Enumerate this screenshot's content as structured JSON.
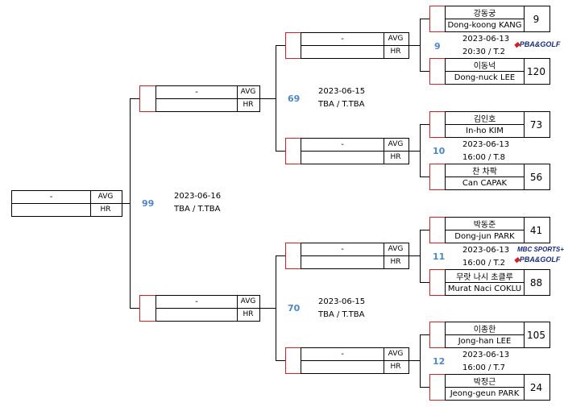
{
  "final": {
    "match_no": "99",
    "date": "2023-06-16",
    "time_table": "TBA / T.TBA",
    "box": {
      "name": "-",
      "avg_label": "AVG",
      "hr_label": "HR"
    }
  },
  "semi_top": {
    "match_no": "69",
    "date": "2023-06-15",
    "time_table": "TBA / T.TBA",
    "box": {
      "name": "-",
      "avg_label": "AVG",
      "hr_label": "HR"
    }
  },
  "semi_bottom": {
    "match_no": "70",
    "date": "2023-06-15",
    "time_table": "TBA / T.TBA",
    "box": {
      "name": "-",
      "avg_label": "AVG",
      "hr_label": "HR"
    }
  },
  "quarter_winners": [
    {
      "name": "-",
      "avg_label": "AVG",
      "hr_label": "HR"
    },
    {
      "name": "-",
      "avg_label": "AVG",
      "hr_label": "HR"
    },
    {
      "name": "-",
      "avg_label": "AVG",
      "hr_label": "HR"
    },
    {
      "name": "-",
      "avg_label": "AVG",
      "hr_label": "HR"
    }
  ],
  "matches": [
    {
      "match_no": "9",
      "date": "2023-06-13",
      "time_table": "20:30 / T.2",
      "p1": {
        "kor": "강동궁",
        "eng": "Dong-koong KANG",
        "score": "9"
      },
      "p2": {
        "kor": "이동넉",
        "eng": "Dong-nuck LEE",
        "score": "120"
      }
    },
    {
      "match_no": "10",
      "date": "2023-06-13",
      "time_table": "16:00 / T.8",
      "p1": {
        "kor": "김인호",
        "eng": "In-ho KIM",
        "score": "73"
      },
      "p2": {
        "kor": "찬 차팍",
        "eng": "Can CAPAK",
        "score": "56"
      }
    },
    {
      "match_no": "11",
      "date": "2023-06-13",
      "time_table": "16:00 / T.2",
      "p1": {
        "kor": "박동준",
        "eng": "Dong-jun PARK",
        "score": "41"
      },
      "p2": {
        "kor": "무랏 나시 초클루",
        "eng": "Murat Naci COKLU",
        "score": "88"
      }
    },
    {
      "match_no": "12",
      "date": "2023-06-13",
      "time_table": "16:00 / T.7",
      "p1": {
        "kor": "이종한",
        "eng": "Jong-han LEE",
        "score": "105"
      },
      "p2": {
        "kor": "박정근",
        "eng": "Jeong-geun PARK",
        "score": "24"
      }
    }
  ],
  "logos": {
    "pba_golf": "PBA&GOLF",
    "mbc_sports": "MBC SPORTS+"
  },
  "colors": {
    "accent_red": "#d81e1e",
    "match_number_blue": "#4e86c6"
  }
}
